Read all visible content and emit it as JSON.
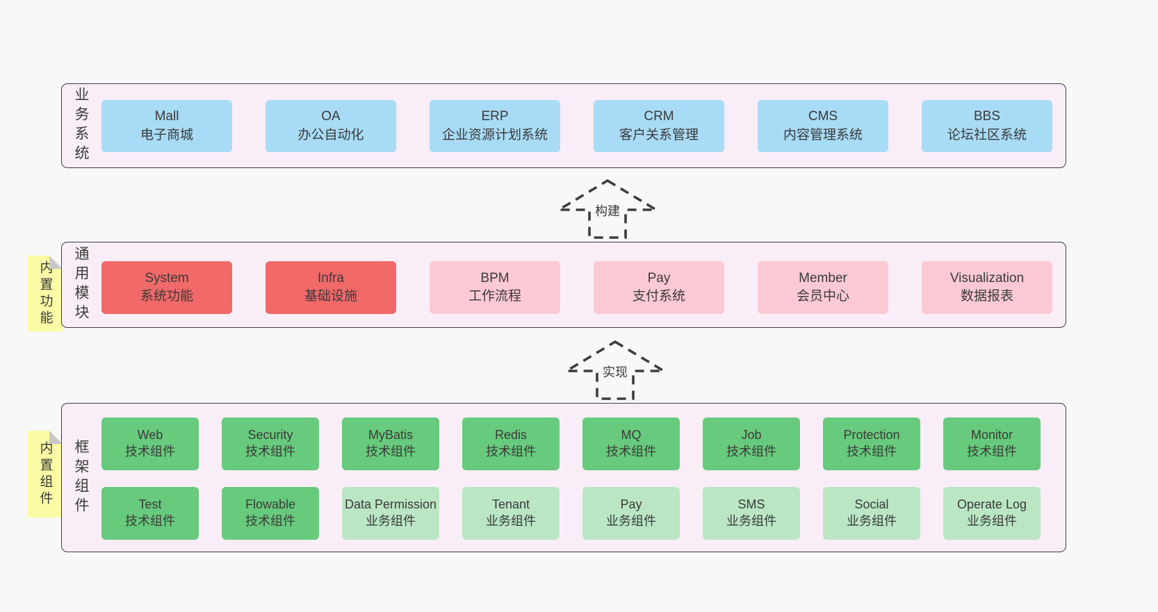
{
  "colors": {
    "page_bg": "#f8f8f8",
    "section_bg": "#f9eef7",
    "section_border": "#3c3c3c",
    "blue": "#a8dbf5",
    "red": "#f16969",
    "pink": "#fbc9d4",
    "green": "#67ca7c",
    "light_green": "#bae6c4",
    "yellow": "#fbfba6",
    "fold_gray": "#c8c8c8",
    "text": "#3a3a3a",
    "arrow_stroke": "#3d3d3d"
  },
  "business": {
    "side_label": "业务系统",
    "boxes": [
      {
        "name": "Mall",
        "desc": "电子商城"
      },
      {
        "name": "OA",
        "desc": "办公自动化"
      },
      {
        "name": "ERP",
        "desc": "企业资源计划系统"
      },
      {
        "name": "CRM",
        "desc": "客户关系管理"
      },
      {
        "name": "CMS",
        "desc": "内容管理系统"
      },
      {
        "name": "BBS",
        "desc": "论坛社区系统"
      }
    ]
  },
  "arrows": [
    {
      "label": "构建"
    },
    {
      "label": "实现"
    }
  ],
  "modules": {
    "side_label": "通用模块",
    "tag": "内置功能",
    "boxes": [
      {
        "name": "System",
        "desc": "系统功能"
      },
      {
        "name": "Infra",
        "desc": "基础设施"
      },
      {
        "name": "BPM",
        "desc": "工作流程"
      },
      {
        "name": "Pay",
        "desc": "支付系统"
      },
      {
        "name": "Member",
        "desc": "会员中心"
      },
      {
        "name": "Visualization",
        "desc": "数据报表"
      }
    ]
  },
  "components": {
    "side_label": "框架组件",
    "tag": "内置组件",
    "row1": [
      {
        "name": "Web",
        "desc": "技术组件"
      },
      {
        "name": "Security",
        "desc": "技术组件"
      },
      {
        "name": "MyBatis",
        "desc": "技术组件"
      },
      {
        "name": "Redis",
        "desc": "技术组件"
      },
      {
        "name": "MQ",
        "desc": "技术组件"
      },
      {
        "name": "Job",
        "desc": "技术组件"
      },
      {
        "name": "Protection",
        "desc": "技术组件"
      },
      {
        "name": "Monitor",
        "desc": "技术组件"
      }
    ],
    "row2": [
      {
        "name": "Test",
        "desc": "技术组件"
      },
      {
        "name": "Flowable",
        "desc": "技术组件"
      },
      {
        "name": "Data Permission",
        "desc": "业务组件"
      },
      {
        "name": "Tenant",
        "desc": "业务组件"
      },
      {
        "name": "Pay",
        "desc": "业务组件"
      },
      {
        "name": "SMS",
        "desc": "业务组件"
      },
      {
        "name": "Social",
        "desc": "业务组件"
      },
      {
        "name": "Operate Log",
        "desc": "业务组件"
      }
    ]
  }
}
